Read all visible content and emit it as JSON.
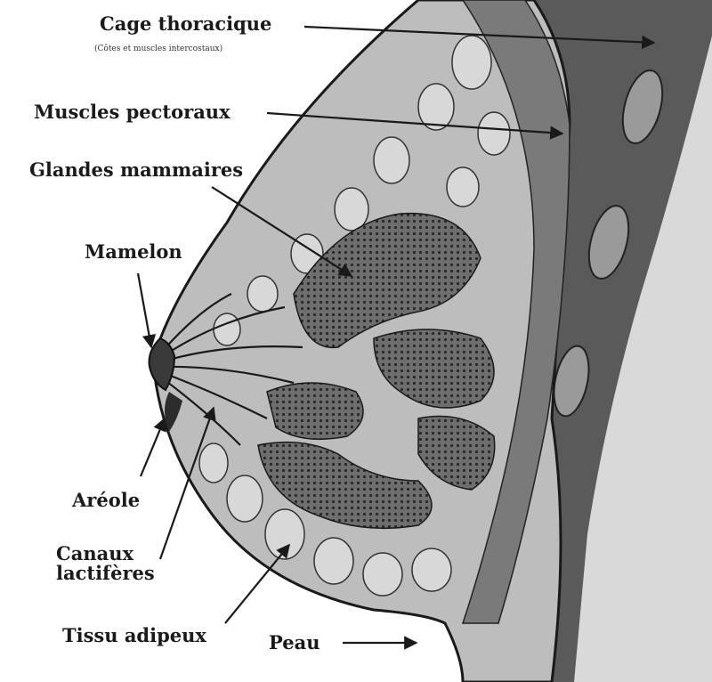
{
  "labels": {
    "cage": "Cage thoracique",
    "cage_sub": "(Côtes et muscles intercostaux)",
    "muscles": "Muscles pectoraux",
    "glandes": "Glandes mammaires",
    "mamelon": "Mamelon",
    "areole": "Aréole",
    "canaux_1": "Canaux",
    "canaux_2": "lactifères",
    "tissu": "Tissu adipeux",
    "peau": "Peau"
  }
}
